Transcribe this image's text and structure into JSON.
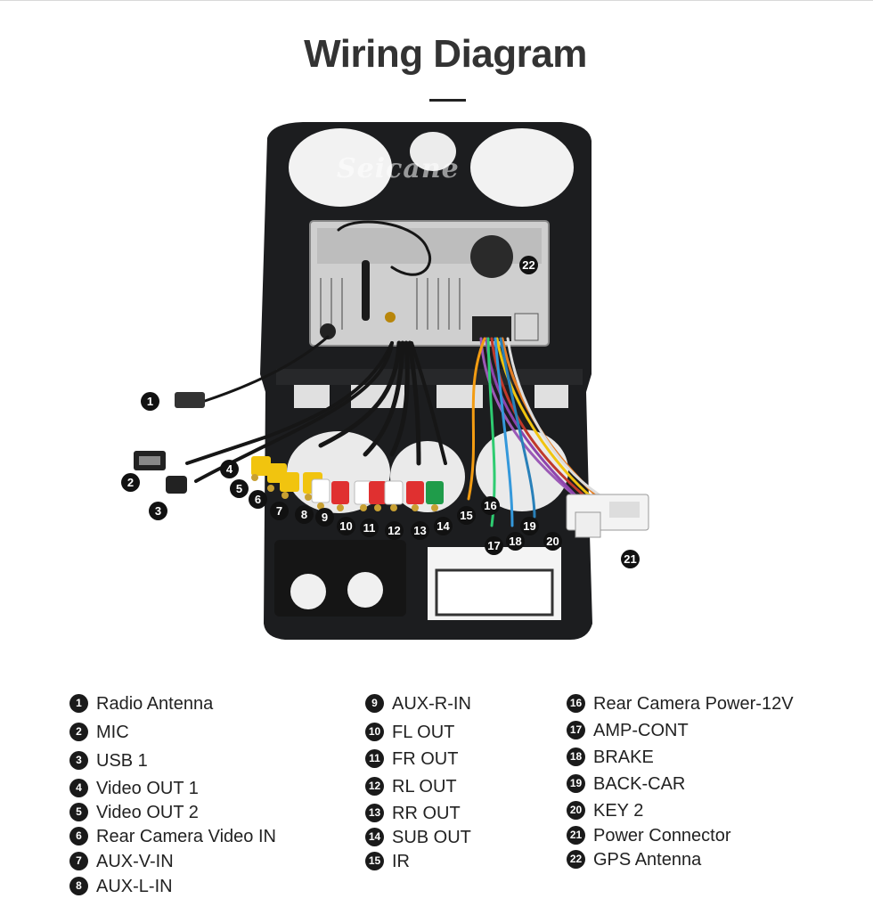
{
  "title": "Wiring Diagram",
  "watermark": "Seicane",
  "callouts": [
    {
      "n": "1"
    },
    {
      "n": "2"
    },
    {
      "n": "3"
    },
    {
      "n": "4"
    },
    {
      "n": "5"
    },
    {
      "n": "6"
    },
    {
      "n": "7"
    },
    {
      "n": "8"
    },
    {
      "n": "9"
    },
    {
      "n": "10"
    },
    {
      "n": "11"
    },
    {
      "n": "12"
    },
    {
      "n": "13"
    },
    {
      "n": "14"
    },
    {
      "n": "15"
    },
    {
      "n": "16"
    },
    {
      "n": "17"
    },
    {
      "n": "18"
    },
    {
      "n": "19"
    },
    {
      "n": "20"
    },
    {
      "n": "21"
    },
    {
      "n": "22"
    }
  ],
  "legend": [
    [
      {
        "n": "1",
        "label": "Radio Antenna"
      },
      {
        "n": "2",
        "label": "MIC"
      },
      {
        "n": "3",
        "label": "USB 1"
      },
      {
        "n": "4",
        "label": "Video OUT 1"
      },
      {
        "n": "5",
        "label": "Video OUT 2"
      },
      {
        "n": "6",
        "label": "Rear Camera Video IN"
      },
      {
        "n": "7",
        "label": "AUX-V-IN"
      },
      {
        "n": "8",
        "label": "AUX-L-IN"
      }
    ],
    [
      {
        "n": "9",
        "label": "AUX-R-IN"
      },
      {
        "n": "10",
        "label": "FL OUT"
      },
      {
        "n": "11",
        "label": "FR OUT"
      },
      {
        "n": "12",
        "label": "RL OUT"
      },
      {
        "n": "13",
        "label": "RR OUT"
      },
      {
        "n": "14",
        "label": "SUB OUT"
      },
      {
        "n": "15",
        "label": "IR"
      }
    ],
    [
      {
        "n": "16",
        "label": "Rear Camera Power-12V"
      },
      {
        "n": "17",
        "label": "AMP-CONT"
      },
      {
        "n": "18",
        "label": "BRAKE"
      },
      {
        "n": "19",
        "label": "BACK-CAR"
      },
      {
        "n": "20",
        "label": "KEY 2"
      },
      {
        "n": "21",
        "label": "Power Connector"
      },
      {
        "n": "22",
        "label": "GPS Antenna"
      }
    ]
  ]
}
